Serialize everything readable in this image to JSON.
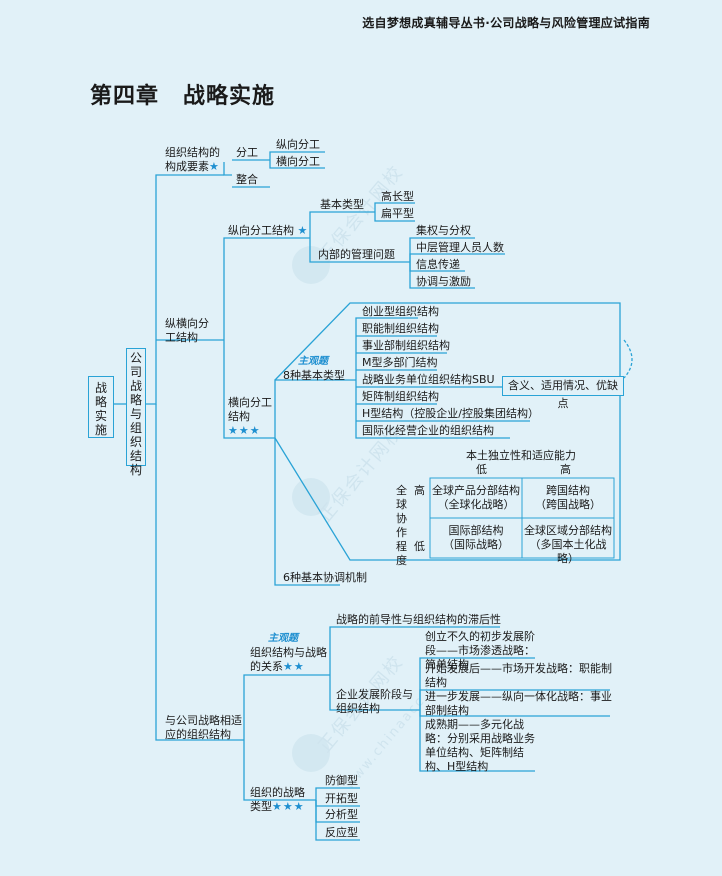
{
  "header": {
    "title": "选自梦想成真辅导丛书·公司战略与风险管理应试指南"
  },
  "chapter": {
    "number": "第四章",
    "name": "战略实施"
  },
  "root": {
    "label": "战略实施"
  },
  "sub_root": {
    "label": "公司战略与组织结构"
  },
  "branch1": {
    "label": "组织结构的构成要素",
    "stars": "★",
    "fengong": "分工",
    "zongxiang": "纵向分工",
    "hengxiang": "横向分工",
    "zhenghe": "整合"
  },
  "branch2": {
    "label": "纵横向分工结构",
    "zongxiang": {
      "label": "纵向分工结构",
      "stars": "★",
      "basic": "基本类型",
      "gaochang": "高长型",
      "bianping": "扁平型",
      "issues": "内部的管理问题",
      "issue_items": [
        "集权与分权",
        "中层管理人员人数",
        "信息传递",
        "协调与激励"
      ]
    },
    "hengxiang": {
      "label": "横向分工结构",
      "stars": "★★★",
      "tag": "主观题",
      "types_label": "8种基本类型",
      "types": [
        "创业型组织结构",
        "职能制组织结构",
        "事业部制组织结构",
        "M型多部门结构",
        "战略业务单位组织结构SBU",
        "矩阵制组织结构",
        "H型结构（控股企业/控股集团结构）",
        "国际化经营企业的组织结构"
      ],
      "types_note": "含义、适用情况、优缺点",
      "coord": "6种基本协调机制"
    },
    "matrix": {
      "top_title": "本土独立性和适应能力",
      "low": "低",
      "high": "高",
      "side_title": "全球协作程度",
      "cells": [
        {
          "name": "全球产品分部结构",
          "strategy": "（全球化战略）"
        },
        {
          "name": "跨国结构",
          "strategy": "（跨国战略）"
        },
        {
          "name": "国际部结构",
          "strategy": "（国际战略）"
        },
        {
          "name": "全球区域分部结构",
          "strategy": "（多国本土化战略）"
        }
      ]
    }
  },
  "branch3": {
    "label": "与公司战略相适应的组织结构",
    "relation": {
      "tag": "主观题",
      "label": "组织结构与战略的关系",
      "stars": "★★"
    },
    "lead_lag": "战略的前导性与组织结构的滞后性",
    "stages": {
      "label": "企业发展阶段与组织结构",
      "items": [
        "创立不久的初步发展阶段——市场渗透战略：简单结构",
        "开始发展后——市场开发战略：职能制结构",
        "进一步发展——纵向一体化战略：事业部制结构",
        "成熟期——多元化战略：分别采用战略业务单位结构、矩阵制结构、H型结构"
      ]
    },
    "types": {
      "label": "组织的战略类型",
      "stars": "★★★",
      "items": [
        "防御型",
        "开拓型",
        "分析型",
        "反应型"
      ]
    }
  },
  "watermark": {
    "cn": "正保会计网校",
    "en": "www.chinaacc.com"
  },
  "colors": {
    "line": "#2aa3d6",
    "accent": "#1e8fd0",
    "background": "#e1f1f8"
  }
}
